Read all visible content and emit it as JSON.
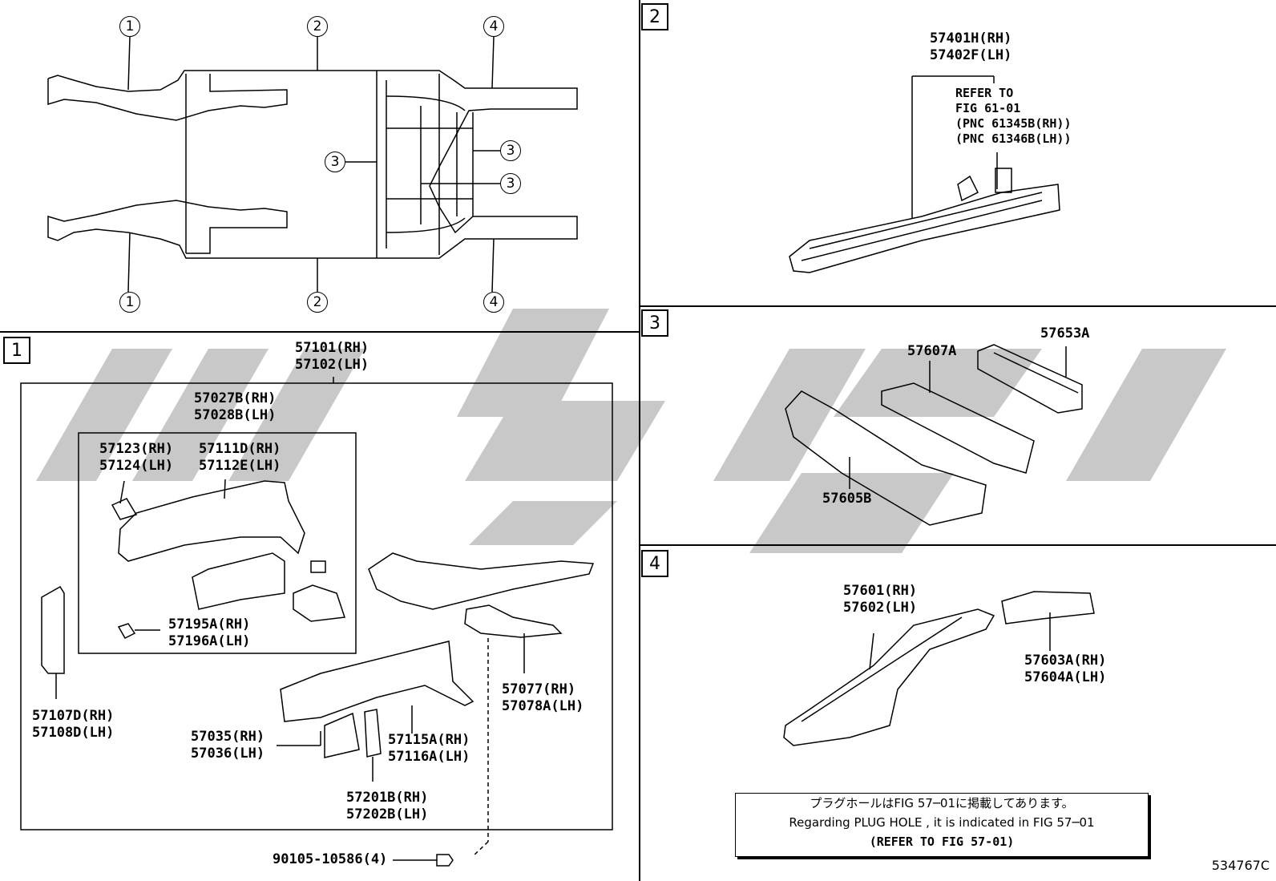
{
  "diagram": {
    "code": "534767C"
  },
  "sections": {
    "s1": "1",
    "s2": "2",
    "s3": "3",
    "s4": "4"
  },
  "overview": {
    "callouts": [
      "1",
      "2",
      "4",
      "3",
      "3",
      "3",
      "1",
      "2",
      "4"
    ]
  },
  "section2": {
    "part_rh": "57401H(RH)",
    "part_lh": "57402F(LH)",
    "ref": [
      "REFER TO",
      "FIG 61-01",
      "(PNC 61345B(RH))",
      "(PNC 61346B(LH))"
    ]
  },
  "section3": {
    "parts": [
      "57653A",
      "57607A",
      "57605B"
    ]
  },
  "section4": {
    "part_a": [
      "57601(RH)",
      "57602(LH)"
    ],
    "part_b": [
      "57603A(RH)",
      "57604A(LH)"
    ],
    "note_jp": "プラグホールはFIG 57─01に掲載してあります。",
    "note_en": "Regarding PLUG HOLE , it is indicated in FIG 57─01",
    "note_ref": "(REFER TO FIG 57-01)"
  },
  "section1": {
    "assy": [
      "57101(RH)",
      "57102(LH)"
    ],
    "sub_assy": [
      "57027B(RH)",
      "57028B(LH)"
    ],
    "p_57123": [
      "57123(RH)",
      "57124(LH)"
    ],
    "p_57111": [
      "57111D(RH)",
      "57112E(LH)"
    ],
    "p_57195": [
      "57195A(RH)",
      "57196A(LH)"
    ],
    "p_57107": [
      "57107D(RH)",
      "57108D(LH)"
    ],
    "p_57035": [
      "57035(RH)",
      "57036(LH)"
    ],
    "p_57115": [
      "57115A(RH)",
      "57116A(LH)"
    ],
    "p_57201": [
      "57201B(RH)",
      "57202B(LH)"
    ],
    "p_57077": [
      "57077(RH)",
      "57078A(LH)"
    ],
    "bolt": "90105-10586(4)"
  },
  "watermark": {
    "color": "#c8c8c8"
  }
}
